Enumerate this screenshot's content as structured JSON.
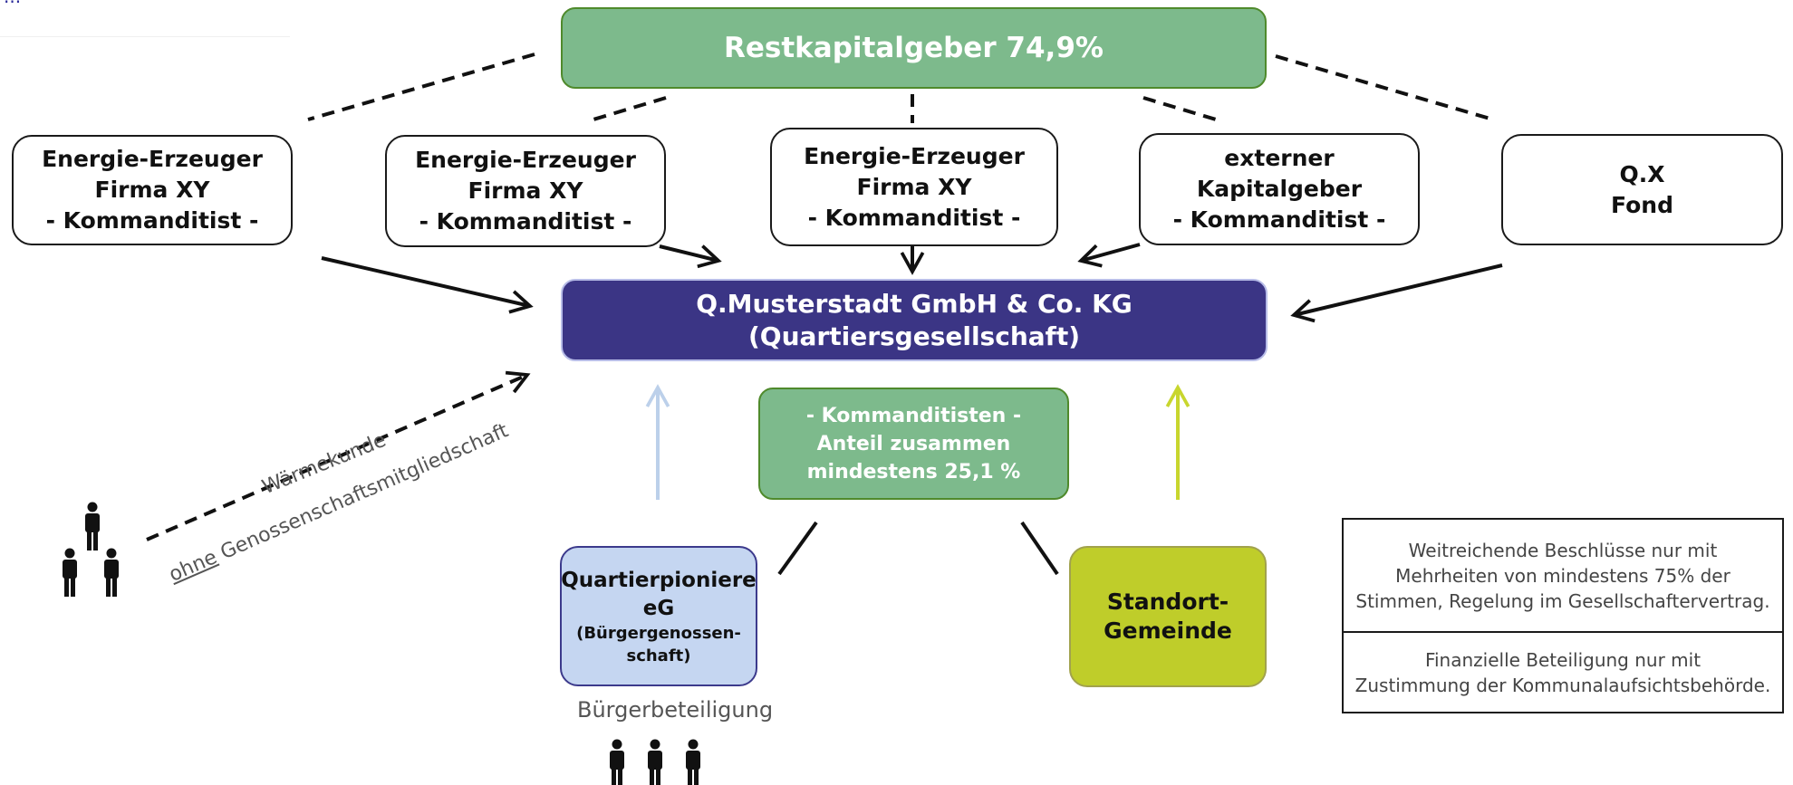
{
  "top_cut_text": "...",
  "restkapital": {
    "label": "Restkapitalgeber 74,9%"
  },
  "partners": [
    {
      "lines": [
        "Energie-Erzeuger",
        "Firma XY",
        "- Kommanditist -"
      ]
    },
    {
      "lines": [
        "Energie-Erzeuger",
        "Firma XY",
        "- Kommanditist -"
      ]
    },
    {
      "lines": [
        "Energie-Erzeuger",
        "Firma XY",
        "- Kommanditist -"
      ]
    },
    {
      "lines": [
        "externer",
        "Kapitalgeber",
        "- Kommanditist -"
      ]
    },
    {
      "lines": [
        "Q.X",
        "Fond"
      ]
    }
  ],
  "company": {
    "lines": [
      "Q.Musterstadt GmbH & Co. KG",
      "(Quartiersgesellschaft)"
    ]
  },
  "kommanditisten": {
    "lines": [
      "- Kommanditisten -",
      "Anteil zusammen",
      "mindestens 25,1 %"
    ]
  },
  "genossenschaft": {
    "line1": "Quartierpioniere",
    "line2": "eG",
    "line3": "(Bürgergenossen-",
    "line4": "schaft)"
  },
  "gemeinde": {
    "lines": [
      "Standort-",
      "Gemeinde"
    ]
  },
  "buergerbeteiligung": "Bürgerbeteiligung",
  "waermekunde": {
    "line1": "Wärmekunde",
    "ohne": "ohne",
    "rest": " Genossenschaftsmitgliedschaft"
  },
  "notes": [
    {
      "lines": [
        "Weitreichende Beschlüsse nur mit",
        "Mehrheiten von mindestens 75% der",
        "Stimmen, Regelung im Gesellschaftervertrag."
      ]
    },
    {
      "lines": [
        "Finanzielle Beteiligung nur mit",
        "Zustimmung der Kommunalaufsichtsbehörde."
      ]
    }
  ],
  "colors": {
    "green": "#7dba8c",
    "navy": "#3b3585",
    "light_blue": "#c5d6f1",
    "lime": "#bfcd2a",
    "arrow_light_blue": "#bcd0ea",
    "arrow_lime": "#c8d62e"
  },
  "icons": [
    "person-icon"
  ]
}
